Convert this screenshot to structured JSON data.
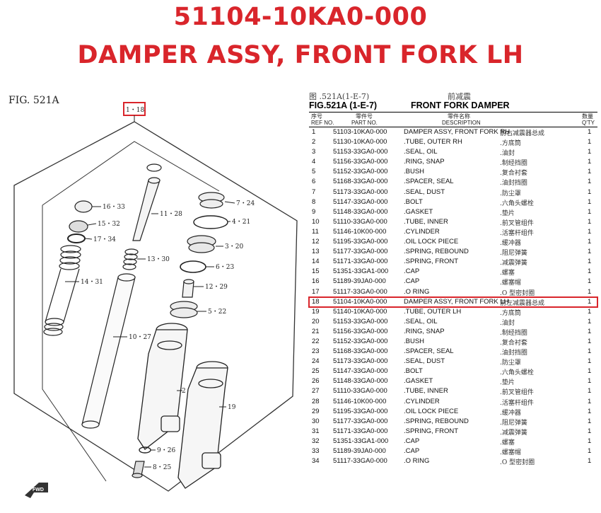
{
  "header": {
    "part_number": "51104-10KA0-000",
    "part_name": "DAMPER ASSY, FRONT FORK LH"
  },
  "figure": {
    "fig_label": "FIG. 521A",
    "callouts": [
      "1・18",
      "16・33",
      "11・28",
      "15・32",
      "17・34",
      "14・31",
      "13・30",
      "10・27",
      "7・24",
      "4・21",
      "3・20",
      "6・23",
      "12・29",
      "5・22",
      "2",
      "19",
      "9・26",
      "8・25"
    ],
    "fwd_label": "FWD"
  },
  "table": {
    "title_cn_fig": "图 .521A(1-E-7)",
    "title_cn_name": "前减震",
    "title_fig": "FIG.521A (1-E-7)",
    "title_name": "FRONT FORK DAMPER",
    "col_no_cn": "序号",
    "col_no": "REF NO.",
    "col_pn_cn": "零件号",
    "col_pn": "PART NO.",
    "col_desc_cn": "零件名称",
    "col_desc": "DESCRIPTION",
    "col_qty_cn": "数量",
    "col_qty": "Q'TY",
    "highlight_row": 18,
    "highlight_color": "#d9252b",
    "rows": [
      {
        "no": "1",
        "pn": "51103-10KA0-000",
        "desc": "DAMPER ASSY, FRONT FORK RH",
        "cn": "前右减震器总成",
        "qty": "1"
      },
      {
        "no": "2",
        "pn": "51130-10KA0-000",
        "desc": ".TUBE, OUTER RH",
        "cn": ".方底筒",
        "qty": "1"
      },
      {
        "no": "3",
        "pn": "51153-33GA0-000",
        "desc": ".SEAL, OIL",
        "cn": ".油封",
        "qty": "1"
      },
      {
        "no": "4",
        "pn": "51156-33GA0-000",
        "desc": ".RING, SNAP",
        "cn": ".制经挡圈",
        "qty": "1"
      },
      {
        "no": "5",
        "pn": "51152-33GA0-000",
        "desc": ".BUSH",
        "cn": ".复合衬套",
        "qty": "1"
      },
      {
        "no": "6",
        "pn": "51168-33GA0-000",
        "desc": ".SPACER, SEAL",
        "cn": ".油封挡圈",
        "qty": "1"
      },
      {
        "no": "7",
        "pn": "51173-33GA0-000",
        "desc": ".SEAL, DUST",
        "cn": ".防尘罩",
        "qty": "1"
      },
      {
        "no": "8",
        "pn": "51147-33GA0-000",
        "desc": ".BOLT",
        "cn": ".六角头螺栓",
        "qty": "1"
      },
      {
        "no": "9",
        "pn": "51148-33GA0-000",
        "desc": ".GASKET",
        "cn": ".垫片",
        "qty": "1"
      },
      {
        "no": "10",
        "pn": "51110-33GA0-000",
        "desc": ".TUBE, INNER",
        "cn": ".前叉管组件",
        "qty": "1"
      },
      {
        "no": "11",
        "pn": "51146-10K00-000",
        "desc": ".CYLINDER",
        "cn": ".活塞杆组件",
        "qty": "1"
      },
      {
        "no": "12",
        "pn": "51195-33GA0-000",
        "desc": ".OIL LOCK PIECE",
        "cn": ".缓冲器",
        "qty": "1"
      },
      {
        "no": "13",
        "pn": "51177-33GA0-000",
        "desc": ".SPRING, REBOUND",
        "cn": ".阻尼弹簧",
        "qty": "1"
      },
      {
        "no": "14",
        "pn": "51171-33GA0-000",
        "desc": ".SPRING, FRONT",
        "cn": ".减震弹簧",
        "qty": "1"
      },
      {
        "no": "15",
        "pn": "51351-33GA1-000",
        "desc": ".CAP",
        "cn": ".螺塞",
        "qty": "1"
      },
      {
        "no": "16",
        "pn": "51189-39JA0-000",
        "desc": ".CAP",
        "cn": ".螺塞帽",
        "qty": "1"
      },
      {
        "no": "17",
        "pn": "51117-33GA0-000",
        "desc": ".O RING",
        "cn": ".O 型密封圈",
        "qty": "1"
      },
      {
        "no": "18",
        "pn": "51104-10KA0-000",
        "desc": "DAMPER ASSY, FRONT FORK LH",
        "cn": "前左减震器总成",
        "qty": "1"
      },
      {
        "no": "19",
        "pn": "51140-10KA0-000",
        "desc": ".TUBE, OUTER LH",
        "cn": ".方底筒",
        "qty": "1"
      },
      {
        "no": "20",
        "pn": "51153-33GA0-000",
        "desc": ".SEAL, OIL",
        "cn": ".油封",
        "qty": "1"
      },
      {
        "no": "21",
        "pn": "51156-33GA0-000",
        "desc": ".RING, SNAP",
        "cn": ".制经挡圈",
        "qty": "1"
      },
      {
        "no": "22",
        "pn": "51152-33GA0-000",
        "desc": ".BUSH",
        "cn": ".复合衬套",
        "qty": "1"
      },
      {
        "no": "23",
        "pn": "51168-33GA0-000",
        "desc": ".SPACER, SEAL",
        "cn": ".油封挡圈",
        "qty": "1"
      },
      {
        "no": "24",
        "pn": "51173-33GA0-000",
        "desc": ".SEAL, DUST",
        "cn": ".防尘罩",
        "qty": "1"
      },
      {
        "no": "25",
        "pn": "51147-33GA0-000",
        "desc": ".BOLT",
        "cn": ".六角头螺栓",
        "qty": "1"
      },
      {
        "no": "26",
        "pn": "51148-33GA0-000",
        "desc": ".GASKET",
        "cn": ".垫片",
        "qty": "1"
      },
      {
        "no": "27",
        "pn": "51110-33GA0-000",
        "desc": ".TUBE, INNER",
        "cn": ".前叉管组件",
        "qty": "1"
      },
      {
        "no": "28",
        "pn": "51146-10K00-000",
        "desc": ".CYLINDER",
        "cn": ".活塞杆组件",
        "qty": "1"
      },
      {
        "no": "29",
        "pn": "51195-33GA0-000",
        "desc": ".OIL LOCK PIECE",
        "cn": ".缓冲器",
        "qty": "1"
      },
      {
        "no": "30",
        "pn": "51177-33GA0-000",
        "desc": ".SPRING, REBOUND",
        "cn": ".阻尼弹簧",
        "qty": "1"
      },
      {
        "no": "31",
        "pn": "51171-33GA0-000",
        "desc": ".SPRING, FRONT",
        "cn": ".减震弹簧",
        "qty": "1"
      },
      {
        "no": "32",
        "pn": "51351-33GA1-000",
        "desc": ".CAP",
        "cn": ".螺塞",
        "qty": "1"
      },
      {
        "no": "33",
        "pn": "51189-39JA0-000",
        "desc": ".CAP",
        "cn": ".螺塞帽",
        "qty": "1"
      },
      {
        "no": "34",
        "pn": "51117-33GA0-000",
        "desc": ".O RING",
        "cn": ".O 型密封圈",
        "qty": "1"
      }
    ]
  }
}
